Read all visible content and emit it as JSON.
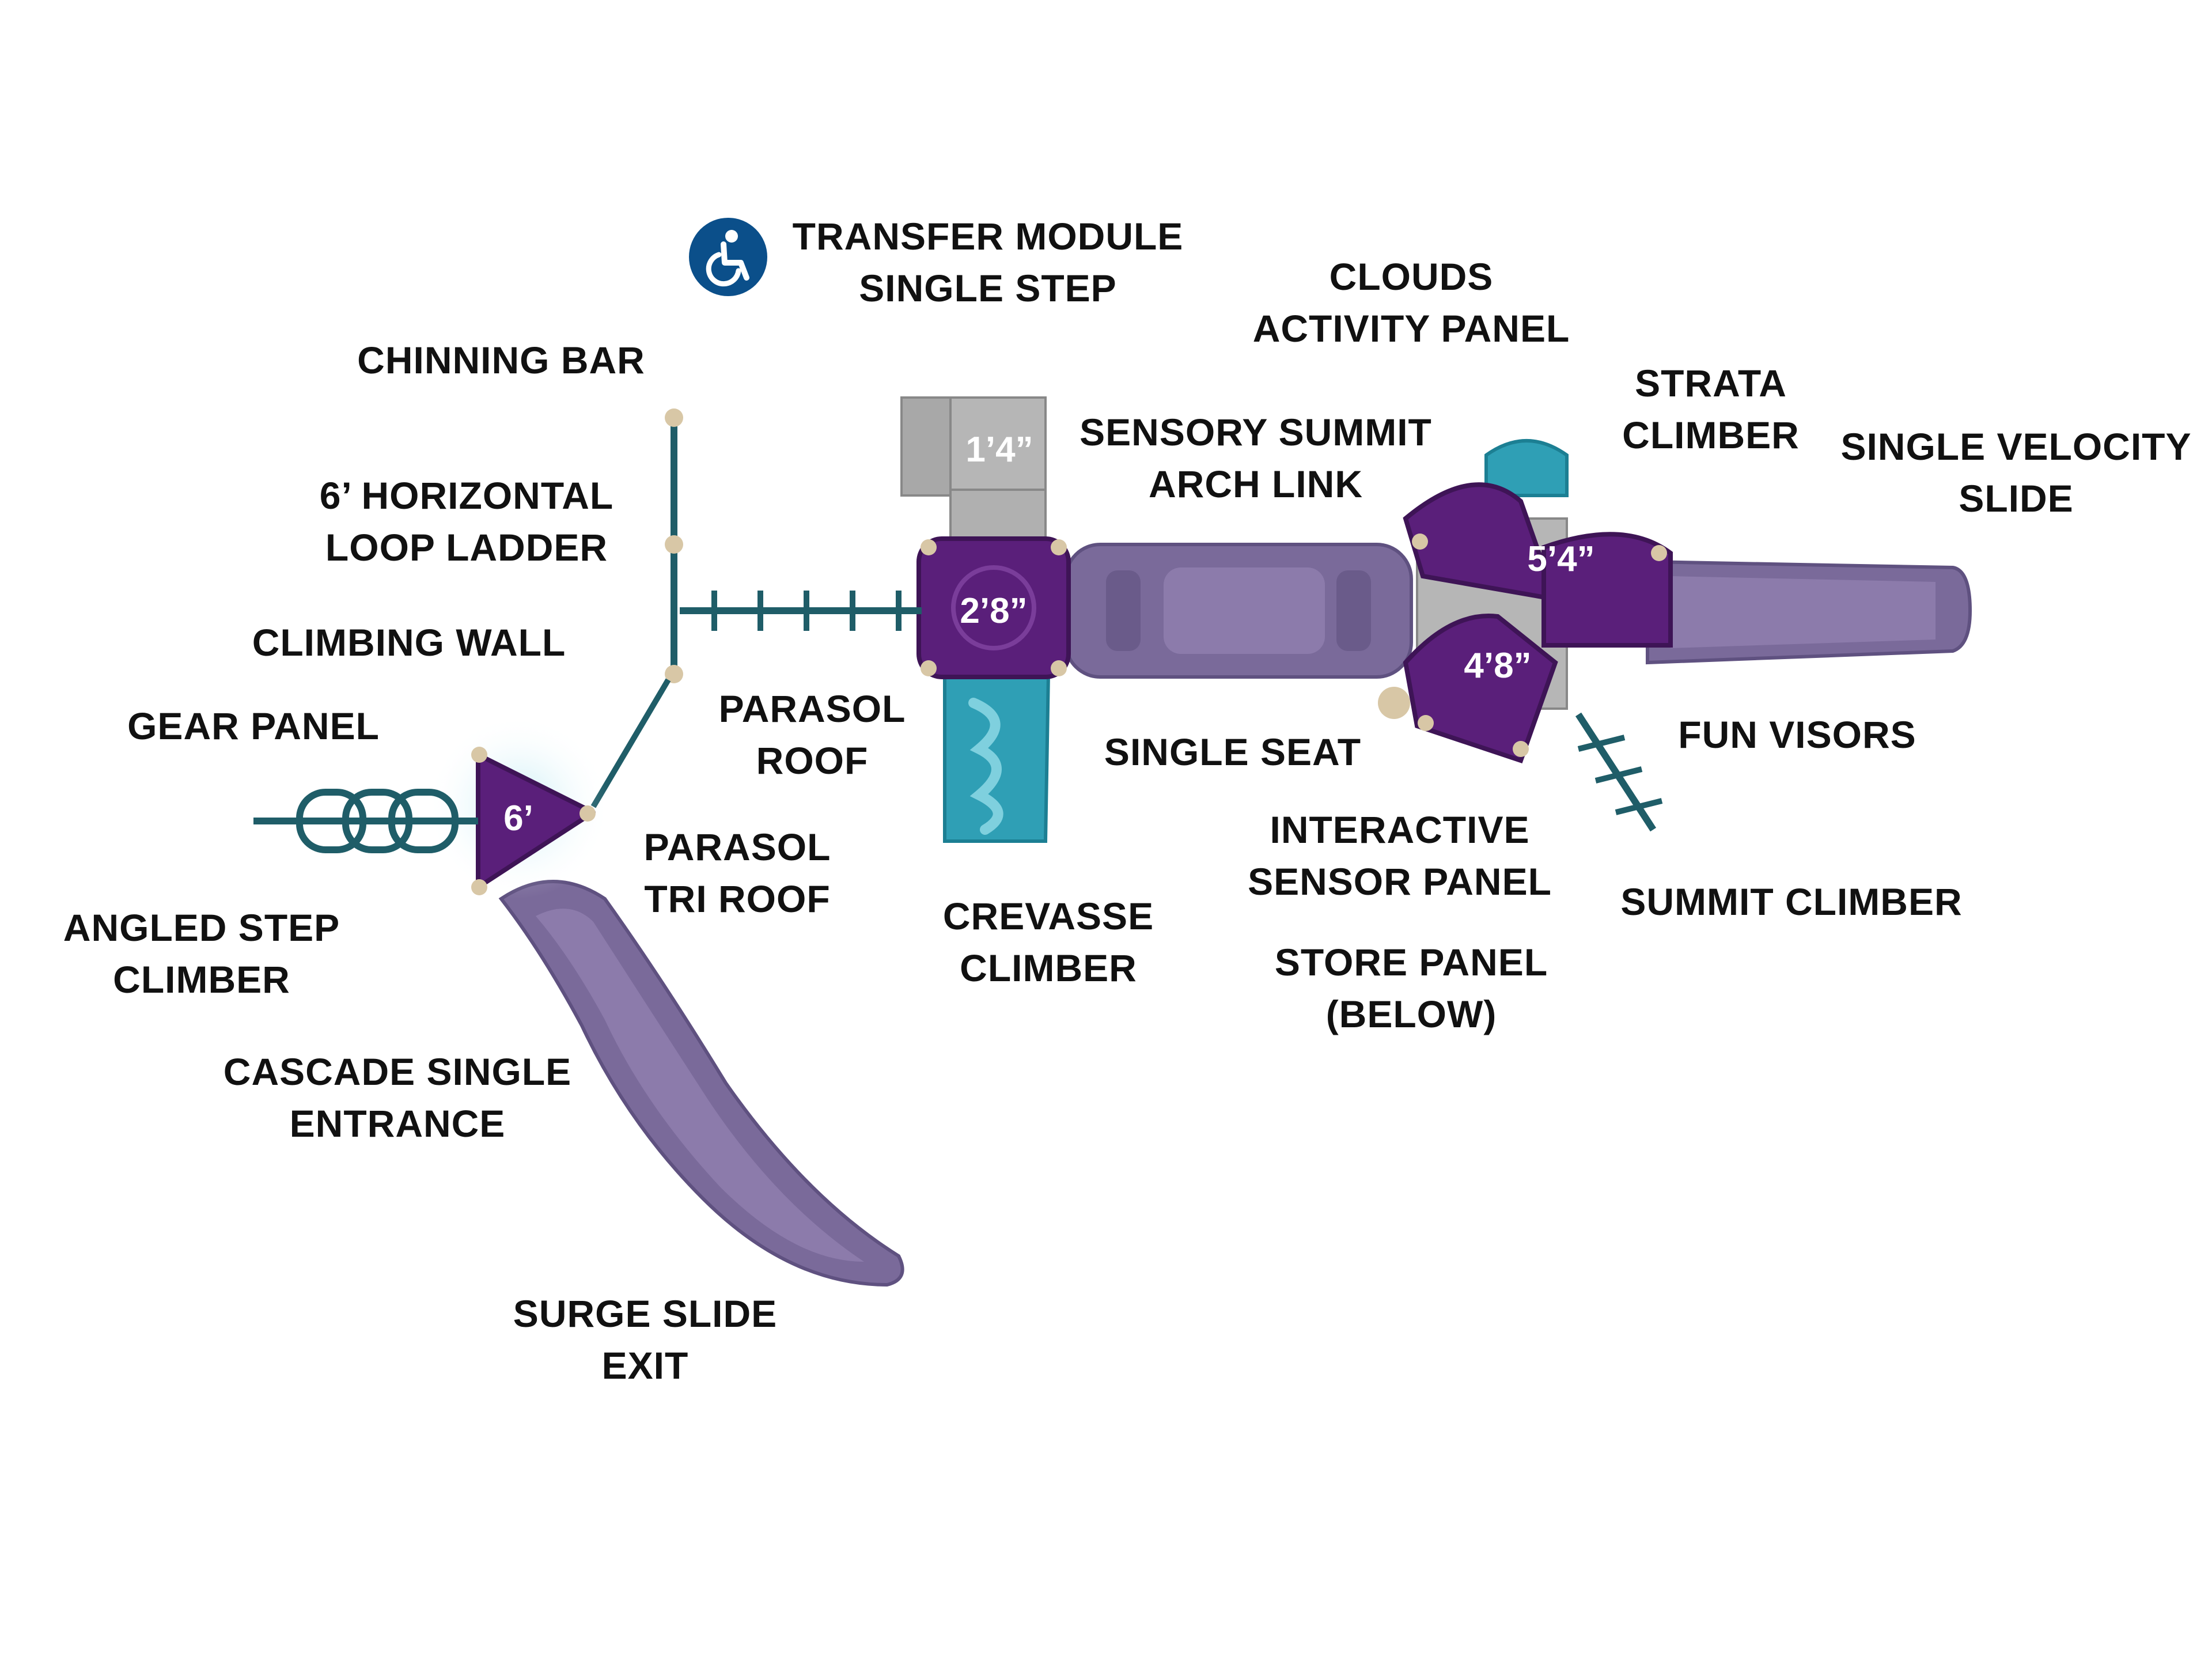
{
  "labels": {
    "transfer_module": [
      "TRANSFER MODULE",
      "SINGLE STEP"
    ],
    "chinning_bar": [
      "CHINNING BAR"
    ],
    "horizontal_loop_ladder": [
      "6’ HORIZONTAL",
      "LOOP LADDER"
    ],
    "climbing_wall": [
      "CLIMBING WALL"
    ],
    "gear_panel": [
      "GEAR PANEL"
    ],
    "angled_step_climber": [
      "ANGLED STEP",
      "CLIMBER"
    ],
    "cascade_single_entrance": [
      "CASCADE SINGLE",
      "ENTRANCE"
    ],
    "surge_slide_exit": [
      "SURGE SLIDE",
      "EXIT"
    ],
    "parasol_roof": [
      "PARASOL",
      "ROOF"
    ],
    "parasol_tri_roof": [
      "PARASOL",
      "TRI ROOF"
    ],
    "crevasse_climber": [
      "CREVASSE",
      "CLIMBER"
    ],
    "sensory_summit_arch_link": [
      "SENSORY SUMMIT",
      "ARCH LINK"
    ],
    "clouds_activity_panel": [
      "CLOUDS",
      "ACTIVITY PANEL"
    ],
    "strata_climber": [
      "STRATA",
      "CLIMBER"
    ],
    "single_velocity_slide": [
      "SINGLE VELOCITY",
      "SLIDE"
    ],
    "single_seat": [
      "SINGLE SEAT"
    ],
    "fun_visors": [
      "FUN VISORS"
    ],
    "interactive_sensor_panel": [
      "INTERACTIVE",
      "SENSOR PANEL"
    ],
    "summit_climber": [
      "SUMMIT CLIMBER"
    ],
    "store_panel": [
      "STORE PANEL",
      "(BELOW)"
    ]
  },
  "heights": {
    "transfer_step": "1’4”",
    "main_deck": "2’8”",
    "tri_deck": "6’",
    "upper_deck": "5’4”",
    "lower_deck": "4’8”"
  },
  "icons": {
    "accessibility": "wheelchair-accessibility-icon"
  },
  "colors": {
    "purple_deck": "#5a1f7a",
    "purple_slide": "#7a6a9a",
    "teal": "#2f9fb5",
    "frame_teal": "#1f5d68",
    "tan": "#d8c7a6",
    "grey_panel": "#a8a8a8",
    "ada_blue": "#0b4f8a"
  }
}
